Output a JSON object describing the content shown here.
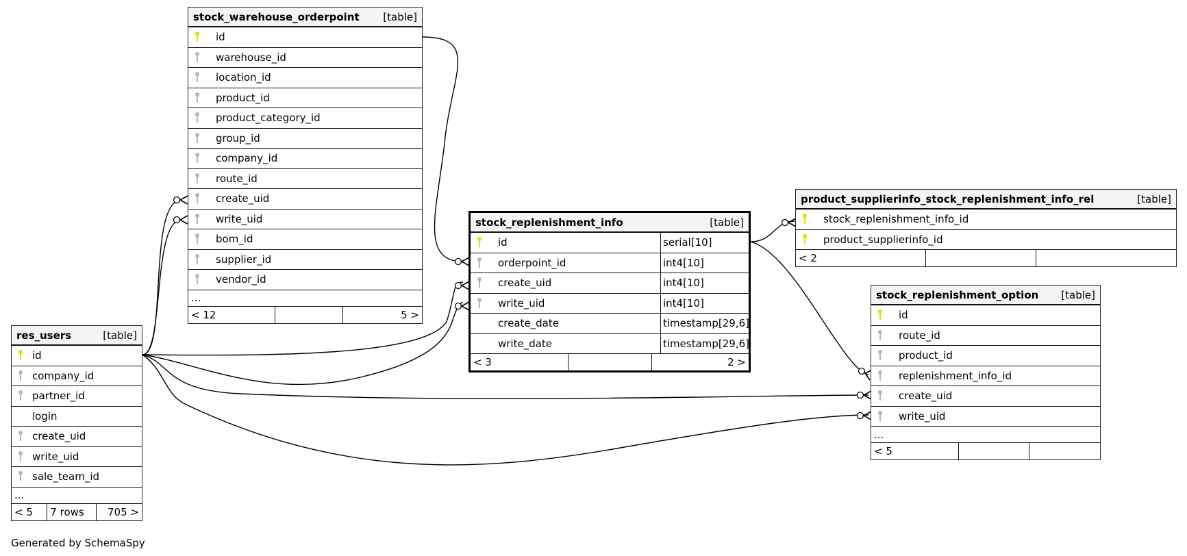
{
  "tables": {
    "orderpoint": {
      "name": "stock_warehouse_orderpoint",
      "kind": "[table]",
      "columns": [
        "id",
        "warehouse_id",
        "location_id",
        "product_id",
        "product_category_id",
        "group_id",
        "company_id",
        "route_id",
        "create_uid",
        "write_uid",
        "bom_id",
        "supplier_id",
        "vendor_id"
      ],
      "ellipsis": "...",
      "footer": [
        "< 12",
        "",
        "5 >"
      ]
    },
    "info": {
      "name": "stock_replenishment_info",
      "kind": "[table]",
      "columns": [
        {
          "name": "id",
          "type": "serial[10]"
        },
        {
          "name": "orderpoint_id",
          "type": "int4[10]"
        },
        {
          "name": "create_uid",
          "type": "int4[10]"
        },
        {
          "name": "write_uid",
          "type": "int4[10]"
        },
        {
          "name": "create_date",
          "type": "timestamp[29,6]"
        },
        {
          "name": "write_date",
          "type": "timestamp[29,6]"
        }
      ],
      "footer": [
        "< 3",
        "",
        "2 >"
      ]
    },
    "rel": {
      "name": "product_supplierinfo_stock_replenishment_info_rel",
      "kind": "[table]",
      "columns": [
        "stock_replenishment_info_id",
        "product_supplierinfo_id"
      ],
      "footer": [
        "< 2",
        "",
        ""
      ]
    },
    "option": {
      "name": "stock_replenishment_option",
      "kind": "[table]",
      "columns": [
        "id",
        "route_id",
        "product_id",
        "replenishment_info_id",
        "create_uid",
        "write_uid"
      ],
      "ellipsis": "...",
      "footer": [
        "< 5",
        "",
        ""
      ]
    },
    "users": {
      "name": "res_users",
      "kind": "[table]",
      "columns": [
        "id",
        "company_id",
        "partner_id",
        "login",
        "create_uid",
        "write_uid",
        "sale_team_id"
      ],
      "ellipsis": "...",
      "footer": [
        "< 5",
        "7 rows",
        "705 >"
      ]
    }
  },
  "generated_by": "Generated by SchemaSpy",
  "colors": {
    "primary_key": "#e0e000",
    "foreign_key": "#b5b5b5",
    "header_bg": "#f4f4f4"
  }
}
